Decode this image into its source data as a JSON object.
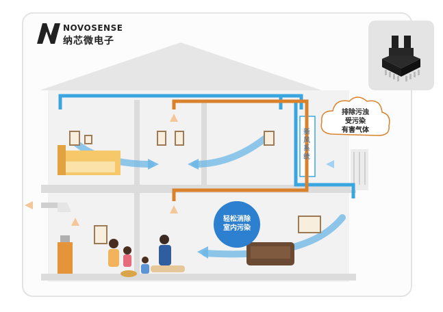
{
  "brand": {
    "name_en": "NOVOSENSE",
    "name_cn": "纳芯微电子",
    "logo_icon": "novosense-logo-icon"
  },
  "cloud": {
    "lines": [
      "排除污浊",
      "受污染",
      "有害气体"
    ]
  },
  "fresh_air": {
    "label": [
      "新",
      "风",
      "系",
      "统"
    ]
  },
  "bubble": {
    "lines": [
      "轻松消除",
      "室内污染"
    ]
  },
  "colors": {
    "cold_duct": "#3aa6df",
    "warm_duct": "#d9822b",
    "house_wall": "#d9d9d9",
    "bubble": "#2d7fcf",
    "air_flow": "#6cb7e6"
  },
  "icons": [
    "sensor-chip-icon",
    "family-icon",
    "sofa-icon",
    "bed-icon",
    "water-heater-icon",
    "air-vent-icon"
  ]
}
